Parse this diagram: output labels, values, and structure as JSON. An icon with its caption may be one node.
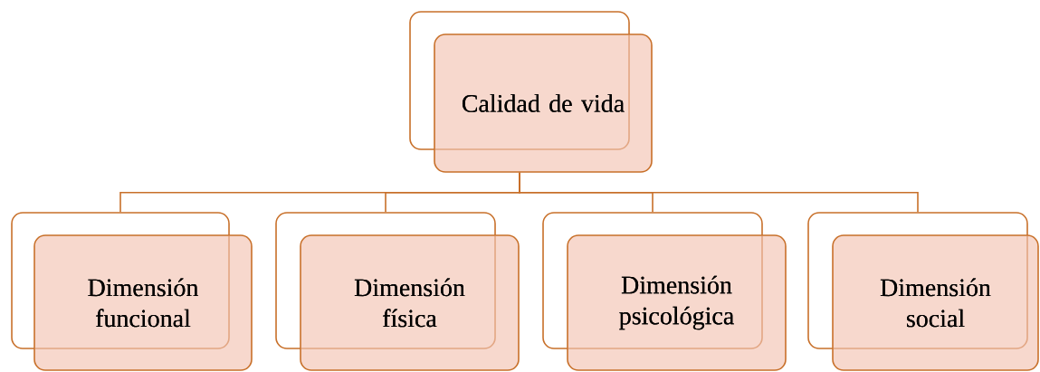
{
  "diagram": {
    "nodes": [
      {
        "text": [
          "Calidad de vida"
        ]
      },
      {
        "text": [
          "Dimensión funcional"
        ]
      },
      {
        "text": [
          "Dimensión física"
        ]
      },
      {
        "text": [
          "Dimensión psicológica"
        ]
      },
      {
        "text": [
          "Dimensión social"
        ]
      }
    ],
    "edges": [
      {
        "from": 0,
        "to": 1,
        "arrow": "none"
      },
      {
        "from": 0,
        "to": 2,
        "arrow": "none"
      },
      {
        "from": 0,
        "to": 3,
        "arrow": "none"
      },
      {
        "from": 0,
        "to": 4,
        "arrow": "none"
      }
    ]
  }
}
